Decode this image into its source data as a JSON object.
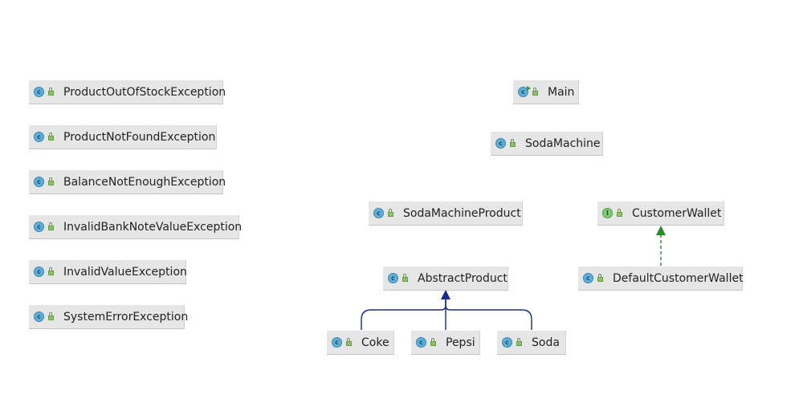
{
  "colors": {
    "node_bg": "#e6e6e6",
    "class_icon": "#5fb0d8",
    "interface_icon": "#7ec97a",
    "extends_edge": "#1a2a8c",
    "implements_edge": "#2a8a2a"
  },
  "nodes": {
    "product_out_of_stock_exception": {
      "kind": "class",
      "icon": "class-icon",
      "label": "ProductOutOfStockException"
    },
    "product_not_found_exception": {
      "kind": "class",
      "icon": "class-icon",
      "label": "ProductNotFoundException"
    },
    "balance_not_enough_exception": {
      "kind": "class",
      "icon": "class-icon",
      "label": "BalanceNotEnoughException"
    },
    "invalid_bank_note_value_exception": {
      "kind": "class",
      "icon": "class-icon",
      "label": "InvalidBankNoteValueException"
    },
    "invalid_value_exception": {
      "kind": "class",
      "icon": "class-icon",
      "label": "InvalidValueException"
    },
    "system_error_exception": {
      "kind": "class",
      "icon": "class-icon",
      "label": "SystemErrorException"
    },
    "main": {
      "kind": "main-class",
      "icon": "main-class-icon",
      "label": "Main"
    },
    "soda_machine": {
      "kind": "class",
      "icon": "class-icon",
      "label": "SodaMachine"
    },
    "soda_machine_product": {
      "kind": "class",
      "icon": "class-icon",
      "label": "SodaMachineProduct"
    },
    "customer_wallet": {
      "kind": "interface",
      "icon": "interface-icon",
      "label": "CustomerWallet"
    },
    "abstract_product": {
      "kind": "abstract-class",
      "icon": "class-icon",
      "label": "AbstractProduct"
    },
    "default_customer_wallet": {
      "kind": "class",
      "icon": "class-icon",
      "label": "DefaultCustomerWallet"
    },
    "coke": {
      "kind": "class",
      "icon": "class-icon",
      "label": "Coke"
    },
    "pepsi": {
      "kind": "class",
      "icon": "class-icon",
      "label": "Pepsi"
    },
    "soda": {
      "kind": "class",
      "icon": "class-icon",
      "label": "Soda"
    }
  },
  "edges": [
    {
      "from": "Coke",
      "to": "AbstractProduct",
      "type": "extends"
    },
    {
      "from": "Pepsi",
      "to": "AbstractProduct",
      "type": "extends"
    },
    {
      "from": "Soda",
      "to": "AbstractProduct",
      "type": "extends"
    },
    {
      "from": "DefaultCustomerWallet",
      "to": "CustomerWallet",
      "type": "implements"
    }
  ]
}
